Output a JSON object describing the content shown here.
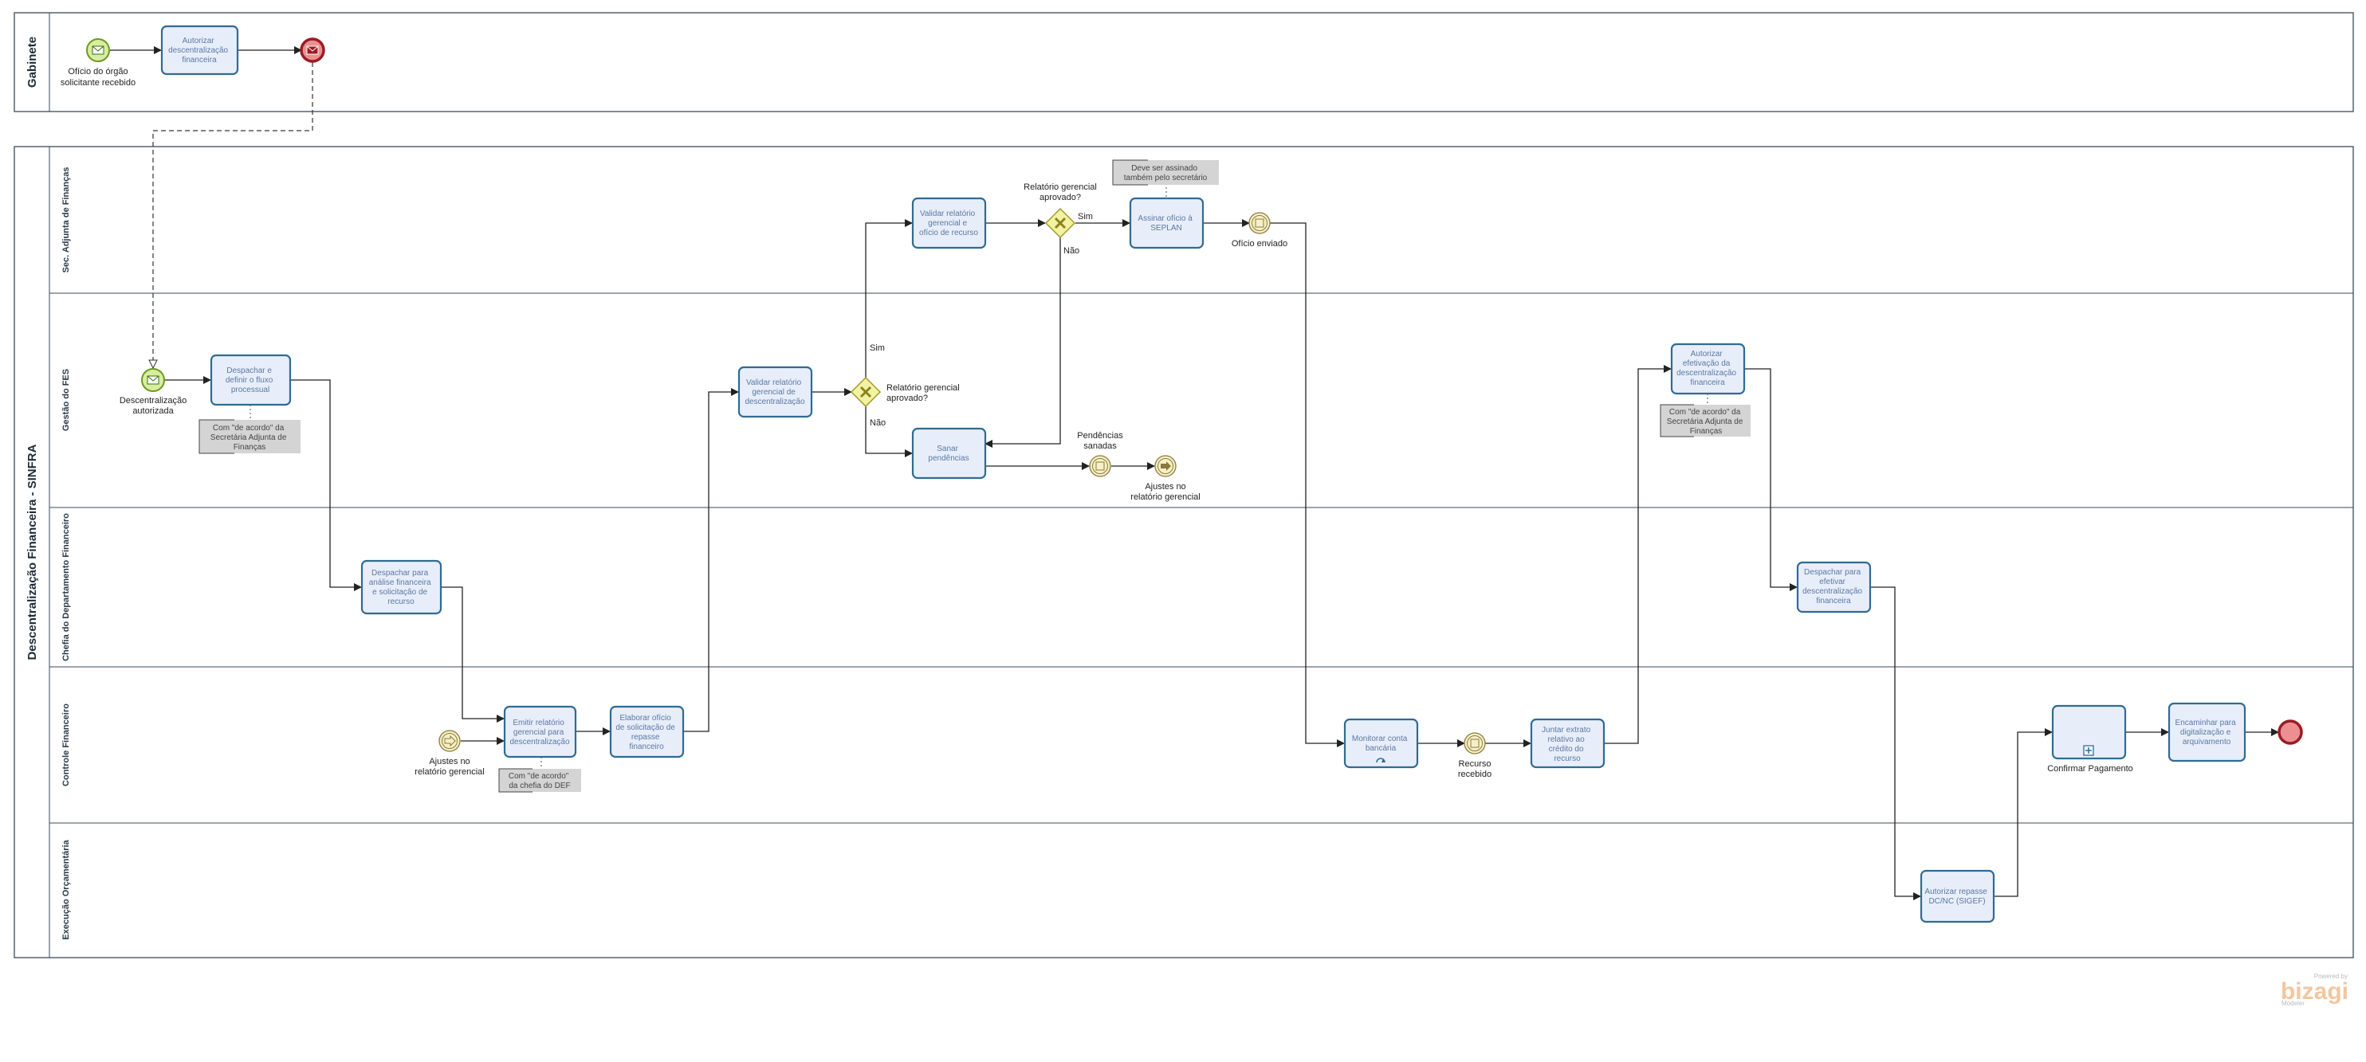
{
  "pools": {
    "gabinete": {
      "title": "Gabinete"
    },
    "sinfra": {
      "title": "Descentralização Financeira - SINFRA"
    }
  },
  "lanes": {
    "sec_adjunta": "Sec. Adjunta de Finanças",
    "gestao_fes": "Gestão do FES",
    "chefia_depto": "Chefia do Departamento Financeiro",
    "controle_fin": "Controle Financeiro",
    "execucao_orc": "Execução Orçamentária"
  },
  "events": {
    "oficio_recebido": {
      "label1": "Ofício do órgão",
      "label2": "solicitante recebido"
    },
    "descentralizacao_autorizada": {
      "label1": "Descentralização",
      "label2": "autorizada"
    },
    "oficio_enviado": {
      "label1": "Ofício enviado"
    },
    "pendencias_sanadas": {
      "label1": "Pendências",
      "label2": "sanadas"
    },
    "ajustes_gestao": {
      "label1": "Ajustes no",
      "label2": "relatório gerencial"
    },
    "ajustes_controle": {
      "label1": "Ajustes no",
      "label2": "relatório gerencial"
    },
    "recurso_recebido": {
      "label1": "Recurso",
      "label2": "recebido"
    }
  },
  "tasks": {
    "autorizar_desc": [
      "Autorizar",
      "descentralização",
      "financeira"
    ],
    "despachar_definir": [
      "Despachar e",
      "definir o fluxo",
      "processual"
    ],
    "despachar_analise": [
      "Despachar para",
      "análise financeira",
      "e solicitação de",
      "recurso"
    ],
    "emitir_relatorio": [
      "Emitir relatório",
      "gerencial para",
      "descentralização"
    ],
    "elaborar_oficio": [
      "Elaborar ofício",
      "de solicitação de",
      "repasse",
      "financeiro"
    ],
    "validar_gestao": [
      "Validar relatório",
      "gerencial de",
      "descentralização"
    ],
    "validar_sec": [
      "Validar relatório",
      "gerencial e",
      "ofício de recurso"
    ],
    "assinar_oficio": [
      "Assinar ofício à",
      "SEPLAN"
    ],
    "sanar_pendencias": [
      "Sanar",
      "pendências"
    ],
    "monitorar_conta": [
      "Monitorar conta",
      "bancária"
    ],
    "juntar_extrato": [
      "Juntar extrato",
      "relativo ao",
      "crédito do",
      "recurso"
    ],
    "autorizar_efetivacao": [
      "Autorizar",
      "efetivação da",
      "descentralização",
      "financeira"
    ],
    "despachar_efetivar": [
      "Despachar para",
      "efetivar",
      "descentralização",
      "financeira"
    ],
    "autorizar_repasse": [
      "Autorizar repasse",
      "DC/NC (SIGEF)"
    ],
    "confirmar_pagamento": {
      "label": "Confirmar Pagamento"
    },
    "encaminhar_digitalizacao": [
      "Encaminhar para",
      "digitalização e",
      "arquivamento"
    ]
  },
  "gateways": {
    "gw_gestao": {
      "label1": "Relatório gerencial",
      "label2": "aprovado?",
      "yes": "Sim",
      "no": "Não"
    },
    "gw_sec": {
      "label1": "Relatório gerencial",
      "label2": "aprovado?",
      "yes": "Sim",
      "no": "Não"
    }
  },
  "annotations": {
    "com_acordo_sec": [
      "Com \"de acordo\" da",
      "Secretária Adjunta de",
      "Finanças"
    ],
    "com_acordo_chefia": [
      "Com \"de acordo\"",
      "da chefia do DEF"
    ],
    "deve_assinado": [
      "Deve ser assinado",
      "também pelo secretário"
    ],
    "com_acordo_sec2": [
      "Com \"de acordo\" da",
      "Secretária Adjunta de",
      "Finanças"
    ]
  },
  "branding": {
    "powered_by": "Powered by",
    "logo": "bizagi",
    "product": "Modeler"
  },
  "colors": {
    "task_fill": "#e8eef9",
    "task_stroke": "#2f6b93",
    "start_fill": "#d7ee9f",
    "end_fill": "#ec8f93",
    "gateway_fill": "#f3f2a2"
  }
}
